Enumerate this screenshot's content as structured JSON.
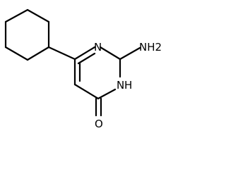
{
  "molecule": {
    "atoms": {
      "n_ring": "N",
      "nh2": "NH2",
      "nh_ring": "N",
      "nh_h": "H",
      "oxygen": "O"
    }
  }
}
